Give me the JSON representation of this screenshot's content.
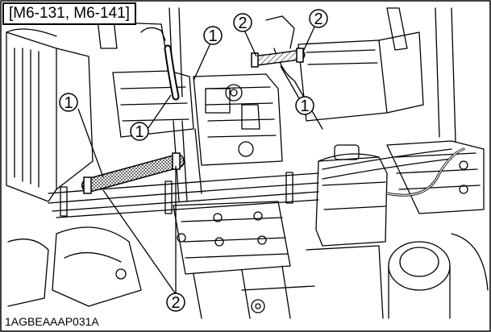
{
  "model_label": "[M6-131, M6-141]",
  "figure_code": "1AGBEAAAP031A",
  "callouts": {
    "c1": "1",
    "c2": "1",
    "c3": "1",
    "c4": "1",
    "c5": "2",
    "c6": "2",
    "c7": "2"
  }
}
